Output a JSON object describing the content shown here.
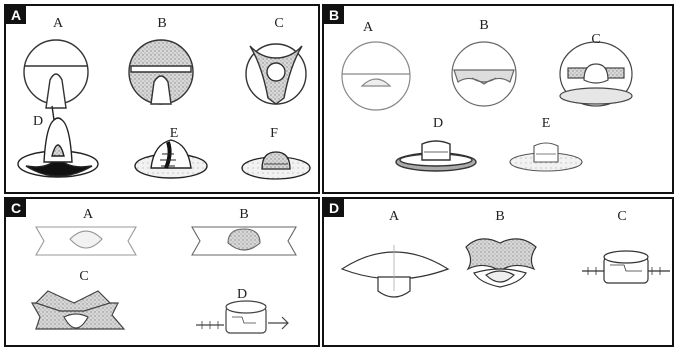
{
  "panels": [
    {
      "letter": "A",
      "labels": [
        "A",
        "B",
        "C",
        "D",
        "E",
        "F"
      ]
    },
    {
      "letter": "B",
      "labels": [
        "A",
        "B",
        "C",
        "D",
        "E"
      ]
    },
    {
      "letter": "C",
      "labels": [
        "A",
        "B",
        "C",
        "D"
      ]
    },
    {
      "letter": "D",
      "labels": [
        "A",
        "B",
        "C"
      ]
    }
  ]
}
